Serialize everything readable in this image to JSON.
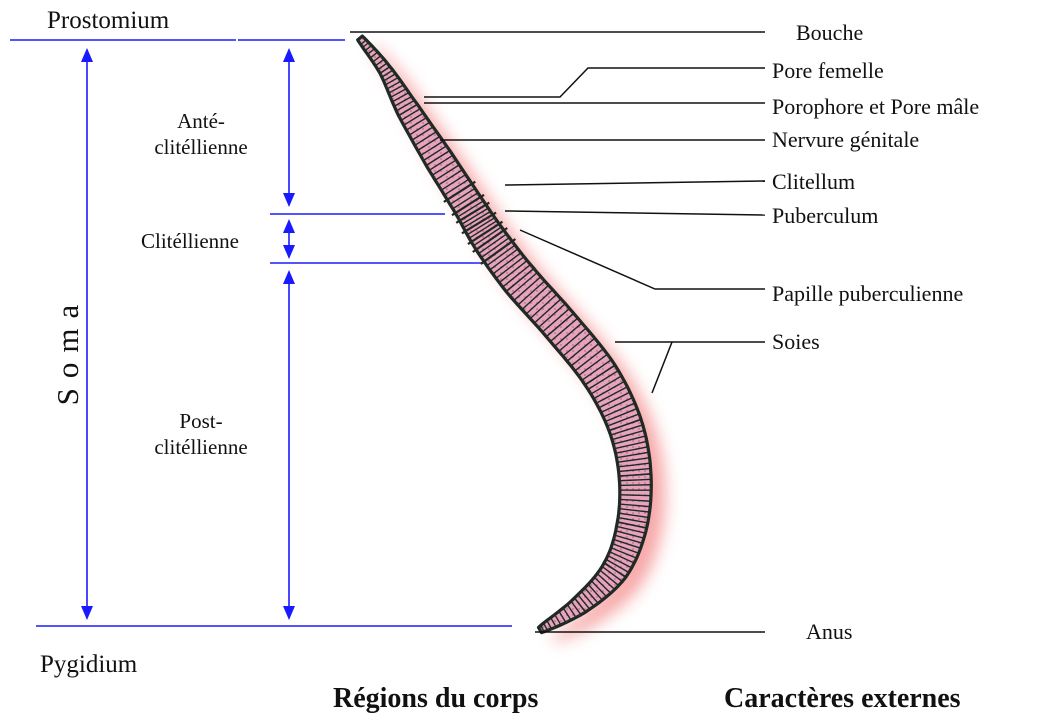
{
  "colors": {
    "ink": "#111111",
    "guides": "#1a1aff",
    "worm_body": "#e7a2bc",
    "worm_outline": "#1f2a24",
    "worm_shadow": "#f48a8a"
  },
  "left_labels": {
    "prostomium": "Prostomium",
    "pygidium": "Pygidium",
    "soma": "Soma"
  },
  "regions": {
    "ante": [
      "Anté-",
      "clitéllienne"
    ],
    "clitellienne": "Clitéllienne",
    "post": [
      "Post-",
      "clitéllienne"
    ]
  },
  "callouts": [
    "Bouche",
    "Pore femelle",
    "Porophore et Pore mâle",
    "Nervure génitale",
    "Clitellum",
    "Puberculum",
    "Papille puberculienne",
    "Soies",
    "Anus"
  ],
  "footer": {
    "left": "Régions du corps",
    "right": "Caractères externes"
  }
}
